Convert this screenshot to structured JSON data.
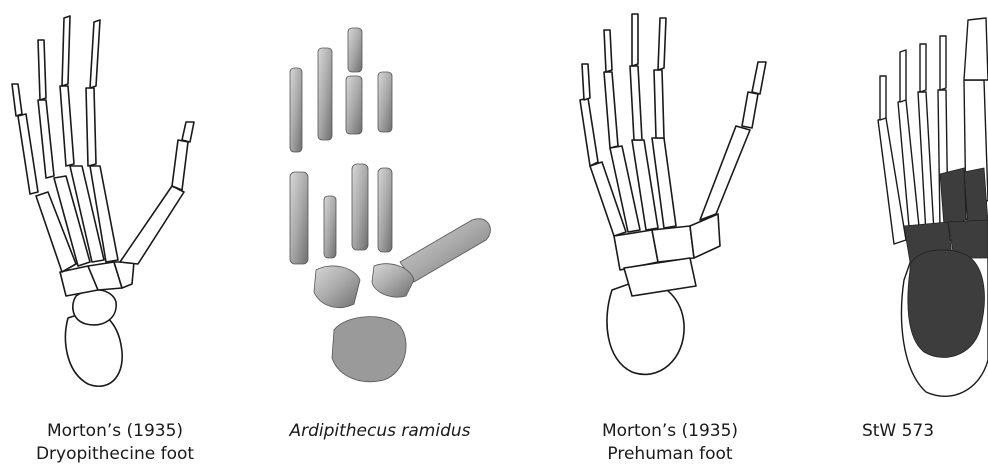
{
  "panels": [
    {
      "caption_lines": [
        "Morton’s (1935)",
        "Dryopithecine foot"
      ]
    },
    {
      "caption_lines": [
        "Ardipithecus ramidus"
      ]
    },
    {
      "caption_lines": [
        "Morton’s (1935)",
        "Prehuman foot"
      ]
    },
    {
      "caption_lines": [
        "StW 573"
      ]
    }
  ],
  "colors": {
    "outline": "#1a1a1a",
    "fossil_light": "#a9a9a9",
    "fossil_dark": "#3d3d3d"
  }
}
